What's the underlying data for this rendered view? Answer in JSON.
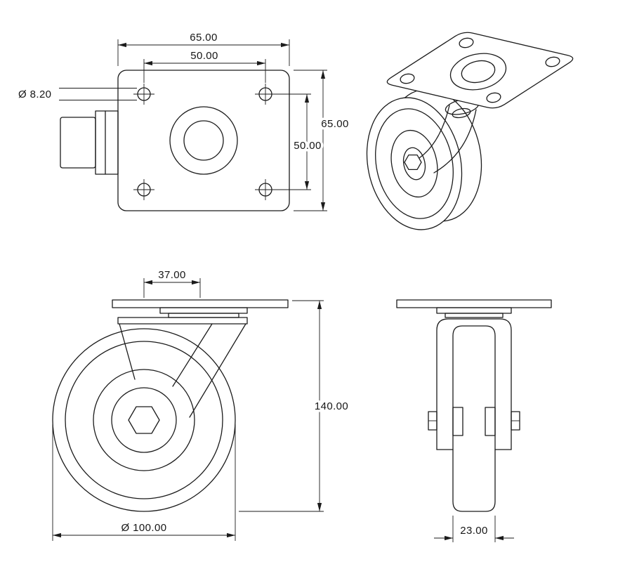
{
  "drawing": {
    "type": "technical-drawing",
    "subject": "swivel caster with top mounting plate",
    "line_color": "#1b1b1b",
    "background": "#ffffff",
    "dimensions": {
      "top_view": {
        "plate_width": "65.00",
        "hole_spacing_horizontal": "50.00",
        "hole_diameter": "Ø 8.20",
        "plate_depth": "65.00",
        "hole_spacing_vertical": "50.00"
      },
      "side_view": {
        "swivel_offset": "37.00",
        "overall_height": "140.00",
        "wheel_diameter": "Ø 100.00"
      },
      "front_view": {
        "wheel_width": "23.00"
      }
    }
  }
}
